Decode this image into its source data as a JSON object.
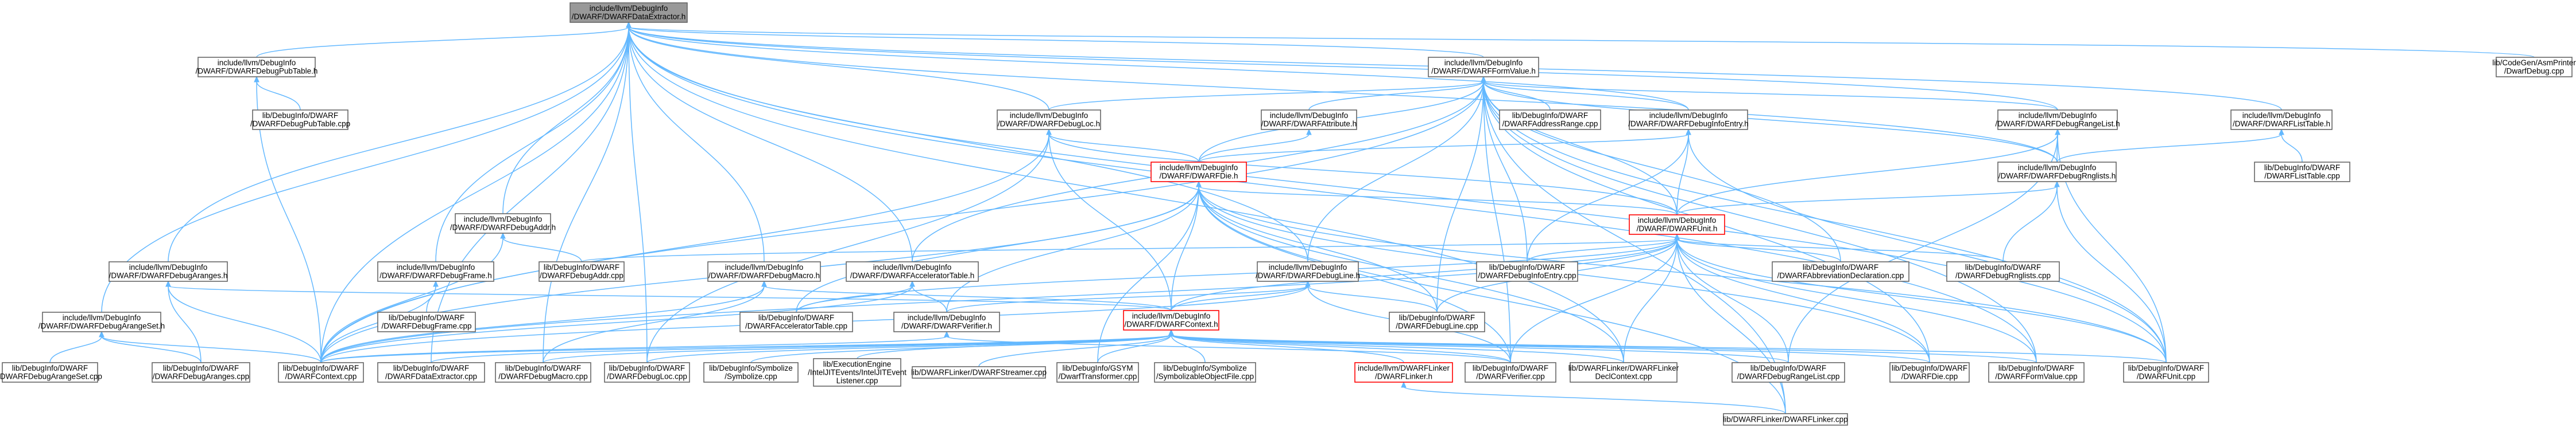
{
  "graph": {
    "root": "n0",
    "nodes": [
      {
        "id": "n0",
        "lines": [
          "include/llvm/DebugInfo",
          "/DWARF/DWARFDataExtractor.h"
        ],
        "kind": "root"
      },
      {
        "id": "n1",
        "lines": [
          "include/llvm/DebugInfo",
          "/DWARF/DWARFDebugPubTable.h"
        ]
      },
      {
        "id": "n2",
        "lines": [
          "include/llvm/DebugInfo",
          "/DWARF/DWARFFormValue.h"
        ]
      },
      {
        "id": "n3",
        "lines": [
          "lib/CodeGen/AsmPrinter",
          "/DwarfDebug.cpp"
        ]
      },
      {
        "id": "n4",
        "lines": [
          "lib/DebugInfo/DWARF",
          "/DWARFDebugPubTable.cpp"
        ]
      },
      {
        "id": "n5",
        "lines": [
          "include/llvm/DebugInfo",
          "/DWARF/DWARFDebugLoc.h"
        ]
      },
      {
        "id": "n6",
        "lines": [
          "include/llvm/DebugInfo",
          "/DWARF/DWARFAttribute.h"
        ]
      },
      {
        "id": "n7",
        "lines": [
          "lib/DebugInfo/DWARF",
          "/DWARFAddressRange.cpp"
        ]
      },
      {
        "id": "n8",
        "lines": [
          "include/llvm/DebugInfo",
          "/DWARF/DWARFDebugInfoEntry.h"
        ]
      },
      {
        "id": "n9",
        "lines": [
          "include/llvm/DebugInfo",
          "/DWARF/DWARFDebugRangeList.h"
        ]
      },
      {
        "id": "n10",
        "lines": [
          "include/llvm/DebugInfo",
          "/DWARF/DWARFListTable.h"
        ]
      },
      {
        "id": "n11",
        "lines": [
          "include/llvm/DebugInfo",
          "/DWARF/DWARFDie.h"
        ],
        "kind": "red"
      },
      {
        "id": "n12",
        "lines": [
          "include/llvm/DebugInfo",
          "/DWARF/DWARFDebugRnglists.h"
        ]
      },
      {
        "id": "n13",
        "lines": [
          "lib/DebugInfo/DWARF",
          "/DWARFListTable.cpp"
        ]
      },
      {
        "id": "n14",
        "lines": [
          "include/llvm/DebugInfo",
          "/DWARF/DWARFDebugAddr.h"
        ]
      },
      {
        "id": "n15",
        "lines": [
          "include/llvm/DebugInfo",
          "/DWARF/DWARFUnit.h"
        ],
        "kind": "red"
      },
      {
        "id": "n16",
        "lines": [
          "include/llvm/DebugInfo",
          "/DWARF/DWARFDebugAranges.h"
        ]
      },
      {
        "id": "n17",
        "lines": [
          "include/llvm/DebugInfo",
          "/DWARF/DWARFDebugFrame.h"
        ]
      },
      {
        "id": "n18",
        "lines": [
          "lib/DebugInfo/DWARF",
          "/DWARFDebugAddr.cpp"
        ]
      },
      {
        "id": "n19",
        "lines": [
          "include/llvm/DebugInfo",
          "/DWARF/DWARFDebugMacro.h"
        ]
      },
      {
        "id": "n20",
        "lines": [
          "include/llvm/DebugInfo",
          "/DWARF/DWARFAcceleratorTable.h"
        ]
      },
      {
        "id": "n21",
        "lines": [
          "include/llvm/DebugInfo",
          "/DWARF/DWARFDebugLine.h"
        ]
      },
      {
        "id": "n22",
        "lines": [
          "lib/DebugInfo/DWARF",
          "/DWARFDebugInfoEntry.cpp"
        ]
      },
      {
        "id": "n23",
        "lines": [
          "lib/DebugInfo/DWARF",
          "/DWARFAbbreviationDeclaration.cpp"
        ]
      },
      {
        "id": "n24",
        "lines": [
          "lib/DebugInfo/DWARF",
          "/DWARFDebugRnglists.cpp"
        ]
      },
      {
        "id": "n25",
        "lines": [
          "include/llvm/DebugInfo",
          "/DWARF/DWARFDebugArangeSet.h"
        ]
      },
      {
        "id": "n26",
        "lines": [
          "lib/DebugInfo/DWARF",
          "/DWARFDebugFrame.cpp"
        ]
      },
      {
        "id": "n27",
        "lines": [
          "lib/DebugInfo/DWARF",
          "/DWARFAcceleratorTable.cpp"
        ]
      },
      {
        "id": "n28",
        "lines": [
          "include/llvm/DebugInfo",
          "/DWARF/DWARFVerifier.h"
        ]
      },
      {
        "id": "n29",
        "lines": [
          "include/llvm/DebugInfo",
          "/DWARF/DWARFContext.h"
        ],
        "kind": "red"
      },
      {
        "id": "n30",
        "lines": [
          "lib/DebugInfo/DWARF",
          "/DWARFDebugLine.cpp"
        ]
      },
      {
        "id": "n31",
        "lines": [
          "lib/DebugInfo/DWARF",
          "/DWARFDebugArangeSet.cpp"
        ]
      },
      {
        "id": "n32",
        "lines": [
          "lib/DebugInfo/DWARF",
          "/DWARFDebugAranges.cpp"
        ]
      },
      {
        "id": "n33",
        "lines": [
          "lib/DebugInfo/DWARF",
          "/DWARFContext.cpp"
        ]
      },
      {
        "id": "n34",
        "lines": [
          "lib/DebugInfo/DWARF",
          "/DWARFDataExtractor.cpp"
        ]
      },
      {
        "id": "n35",
        "lines": [
          "lib/DebugInfo/DWARF",
          "/DWARFDebugMacro.cpp"
        ]
      },
      {
        "id": "n36",
        "lines": [
          "lib/DebugInfo/DWARF",
          "/DWARFDebugLoc.cpp"
        ]
      },
      {
        "id": "n37",
        "lines": [
          "lib/DebugInfo/Symbolize",
          "/Symbolize.cpp"
        ]
      },
      {
        "id": "n38",
        "lines": [
          "lib/ExecutionEngine",
          "/IntelJITEvents/IntelJITEvent",
          "Listener.cpp"
        ]
      },
      {
        "id": "n39",
        "lines": [
          "lib/DWARFLinker/DWARFStreamer.cpp"
        ]
      },
      {
        "id": "n40",
        "lines": [
          "lib/DebugInfo/GSYM",
          "/DwarfTransformer.cpp"
        ]
      },
      {
        "id": "n41",
        "lines": [
          "lib/DebugInfo/Symbolize",
          "/SymbolizableObjectFile.cpp"
        ]
      },
      {
        "id": "n42",
        "lines": [
          "include/llvm/DWARFLinker",
          "/DWARFLinker.h"
        ],
        "kind": "red"
      },
      {
        "id": "n43",
        "lines": [
          "lib/DebugInfo/DWARF",
          "/DWARFVerifier.cpp"
        ]
      },
      {
        "id": "n44",
        "lines": [
          "lib/DWARFLinker/DWARFLinker",
          "DeclContext.cpp"
        ]
      },
      {
        "id": "n45",
        "lines": [
          "lib/DebugInfo/DWARF",
          "/DWARFDebugRangeList.cpp"
        ]
      },
      {
        "id": "n46",
        "lines": [
          "lib/DebugInfo/DWARF",
          "/DWARFDie.cpp"
        ]
      },
      {
        "id": "n47",
        "lines": [
          "lib/DebugInfo/DWARF",
          "/DWARFFormValue.cpp"
        ]
      },
      {
        "id": "n48",
        "lines": [
          "lib/DebugInfo/DWARF",
          "/DWARFUnit.cpp"
        ]
      },
      {
        "id": "n49",
        "lines": [
          "lib/DWARFLinker/DWARFLinker.cpp"
        ]
      }
    ],
    "edges": [
      [
        "n1",
        "n0"
      ],
      [
        "n2",
        "n0"
      ],
      [
        "n3",
        "n0"
      ],
      [
        "n5",
        "n0"
      ],
      [
        "n8",
        "n0"
      ],
      [
        "n9",
        "n0"
      ],
      [
        "n10",
        "n0"
      ],
      [
        "n14",
        "n0"
      ],
      [
        "n16",
        "n0"
      ],
      [
        "n17",
        "n0"
      ],
      [
        "n19",
        "n0"
      ],
      [
        "n20",
        "n0"
      ],
      [
        "n21",
        "n0"
      ],
      [
        "n25",
        "n0"
      ],
      [
        "n33",
        "n0"
      ],
      [
        "n34",
        "n0"
      ],
      [
        "n35",
        "n0"
      ],
      [
        "n36",
        "n0"
      ],
      [
        "n47",
        "n0"
      ],
      [
        "n48",
        "n0"
      ],
      [
        "n44",
        "n0"
      ],
      [
        "n12",
        "n0"
      ],
      [
        "n4",
        "n1"
      ],
      [
        "n33",
        "n1"
      ],
      [
        "n5",
        "n2"
      ],
      [
        "n6",
        "n2"
      ],
      [
        "n7",
        "n2"
      ],
      [
        "n8",
        "n2"
      ],
      [
        "n9",
        "n2"
      ],
      [
        "n11",
        "n2"
      ],
      [
        "n15",
        "n2"
      ],
      [
        "n21",
        "n2"
      ],
      [
        "n22",
        "n2"
      ],
      [
        "n23",
        "n2"
      ],
      [
        "n12",
        "n2"
      ],
      [
        "n33",
        "n2"
      ],
      [
        "n43",
        "n2"
      ],
      [
        "n46",
        "n2"
      ],
      [
        "n47",
        "n2"
      ],
      [
        "n48",
        "n2"
      ],
      [
        "n30",
        "n2"
      ],
      [
        "n20",
        "n2"
      ],
      [
        "n49",
        "n2"
      ],
      [
        "n11",
        "n5"
      ],
      [
        "n15",
        "n5"
      ],
      [
        "n29",
        "n5"
      ],
      [
        "n33",
        "n5"
      ],
      [
        "n36",
        "n5"
      ],
      [
        "n11",
        "n6"
      ],
      [
        "n11",
        "n8"
      ],
      [
        "n15",
        "n8"
      ],
      [
        "n22",
        "n8"
      ],
      [
        "n48",
        "n8"
      ],
      [
        "n12",
        "n9"
      ],
      [
        "n15",
        "n9"
      ],
      [
        "n45",
        "n9"
      ],
      [
        "n48",
        "n9"
      ],
      [
        "n13",
        "n10"
      ],
      [
        "n12",
        "n10"
      ],
      [
        "n29",
        "n11"
      ],
      [
        "n28",
        "n11"
      ],
      [
        "n33",
        "n11"
      ],
      [
        "n15",
        "n11"
      ],
      [
        "n43",
        "n11"
      ],
      [
        "n46",
        "n11"
      ],
      [
        "n48",
        "n11"
      ],
      [
        "n30",
        "n11"
      ],
      [
        "n27",
        "n11"
      ],
      [
        "n49",
        "n11"
      ],
      [
        "n44",
        "n11"
      ],
      [
        "n40",
        "n11"
      ],
      [
        "n15",
        "n12"
      ],
      [
        "n24",
        "n12"
      ],
      [
        "n48",
        "n12"
      ],
      [
        "n18",
        "n14"
      ],
      [
        "n33",
        "n14"
      ],
      [
        "n18",
        "n15"
      ],
      [
        "n22",
        "n15"
      ],
      [
        "n23",
        "n15"
      ],
      [
        "n24",
        "n15"
      ],
      [
        "n29",
        "n15"
      ],
      [
        "n33",
        "n15"
      ],
      [
        "n43",
        "n15"
      ],
      [
        "n46",
        "n15"
      ],
      [
        "n47",
        "n15"
      ],
      [
        "n48",
        "n15"
      ],
      [
        "n30",
        "n15"
      ],
      [
        "n45",
        "n15"
      ],
      [
        "n44",
        "n15"
      ],
      [
        "n49",
        "n15"
      ],
      [
        "n27",
        "n15"
      ],
      [
        "n29",
        "n16"
      ],
      [
        "n32",
        "n16"
      ],
      [
        "n33",
        "n16"
      ],
      [
        "n26",
        "n17"
      ],
      [
        "n33",
        "n17"
      ],
      [
        "n29",
        "n19"
      ],
      [
        "n35",
        "n19"
      ],
      [
        "n33",
        "n19"
      ],
      [
        "n27",
        "n20"
      ],
      [
        "n28",
        "n20"
      ],
      [
        "n33",
        "n20"
      ],
      [
        "n29",
        "n21"
      ],
      [
        "n28",
        "n21"
      ],
      [
        "n30",
        "n21"
      ],
      [
        "n33",
        "n21"
      ],
      [
        "n43",
        "n21"
      ],
      [
        "n31",
        "n25"
      ],
      [
        "n32",
        "n25"
      ],
      [
        "n33",
        "n25"
      ],
      [
        "n33",
        "n28"
      ],
      [
        "n43",
        "n28"
      ],
      [
        "n33",
        "n29"
      ],
      [
        "n34",
        "n29"
      ],
      [
        "n35",
        "n29"
      ],
      [
        "n36",
        "n29"
      ],
      [
        "n37",
        "n29"
      ],
      [
        "n38",
        "n29"
      ],
      [
        "n39",
        "n29"
      ],
      [
        "n40",
        "n29"
      ],
      [
        "n41",
        "n29"
      ],
      [
        "n42",
        "n29"
      ],
      [
        "n43",
        "n29"
      ],
      [
        "n44",
        "n29"
      ],
      [
        "n45",
        "n29"
      ],
      [
        "n46",
        "n29"
      ],
      [
        "n47",
        "n29"
      ],
      [
        "n48",
        "n29"
      ],
      [
        "n49",
        "n42"
      ]
    ]
  }
}
